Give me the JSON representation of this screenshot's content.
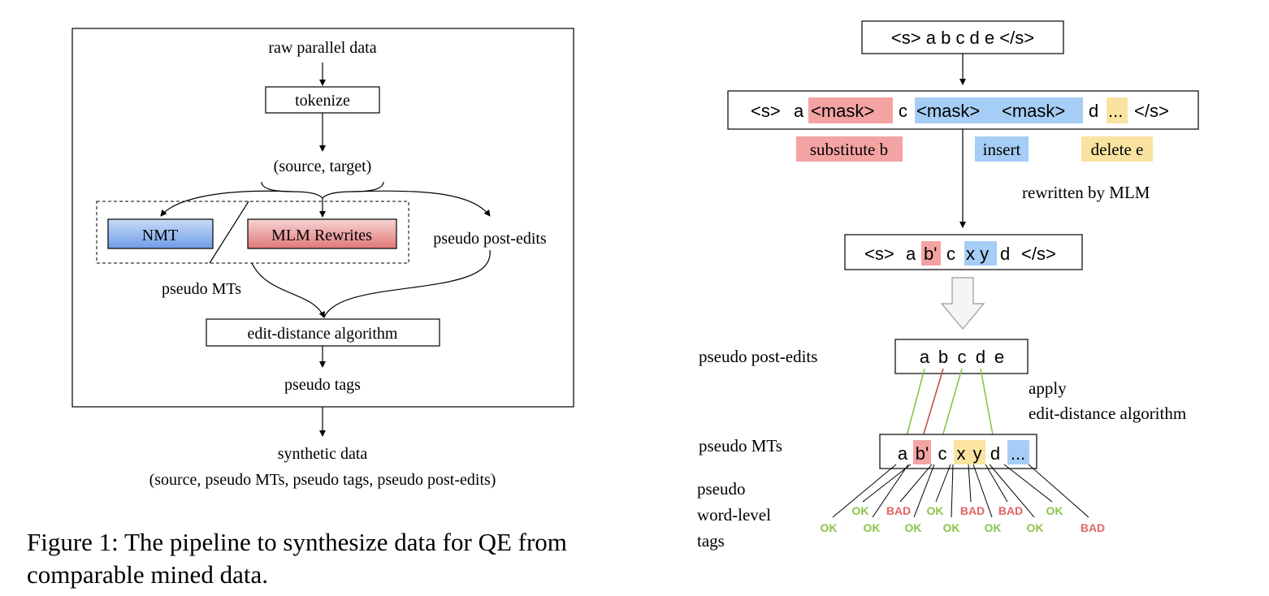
{
  "left": {
    "raw": "raw parallel data",
    "tokenize": "tokenize",
    "source_target": "(source, target)",
    "nmt": "NMT",
    "mlm_rewrites": "MLM Rewrites",
    "pseudo_post_edits": "pseudo post-edits",
    "pseudo_mts": "pseudo MTs",
    "edit_distance": "edit-distance algorithm",
    "pseudo_tags": "pseudo tags",
    "synthetic": "synthetic data",
    "synthetic_tuple": "(source, pseudo MTs, pseudo tags, pseudo post-edits)"
  },
  "caption": {
    "line1": "Figure 1: The pipeline to synthesize data for QE from",
    "line2": "comparable mined data."
  },
  "right": {
    "top": {
      "s": "<s>",
      "letters": "a b c d e",
      "es": "</s>"
    },
    "masked": {
      "s": "<s>",
      "a": "a",
      "mask1": "<mask>",
      "c": "c",
      "mask2": "<mask>",
      "mask3": "<mask>",
      "d": "d",
      "dots": "...",
      "es": "</s>"
    },
    "legend": {
      "substitute": "substitute b",
      "insert": "insert",
      "delete": "delete e"
    },
    "rewritten": "rewritten by MLM",
    "rewritten_seq": {
      "s": "<s>",
      "a": "a",
      "b": "b'",
      "c": "c",
      "xy": "x y",
      "d": "d",
      "es": "</s>"
    },
    "ppe_label": "pseudo post-edits",
    "ppe_tokens": [
      "a",
      "b",
      "c",
      "d",
      "e"
    ],
    "apply1": "apply",
    "apply2": "edit-distance algorithm",
    "pmt_label": "pseudo MTs",
    "pmt_tokens": [
      "a",
      "b'",
      "c",
      "x",
      "y",
      "d",
      "..."
    ],
    "wl_label": [
      "pseudo",
      "word-level",
      "tags"
    ],
    "tags_top": [
      "OK",
      "BAD",
      "OK",
      "BAD",
      "BAD",
      "OK"
    ],
    "tags_bottom": [
      "OK",
      "OK",
      "OK",
      "OK",
      "OK",
      "OK",
      "BAD"
    ]
  },
  "colors": {
    "red": "#f4a3a3",
    "blue": "#a5cdf5",
    "yellow": "#fae3a0",
    "ok": "#8bc34a",
    "bad": "#e06666",
    "nmt_top": "#c9dbf7",
    "nmt_bottom": "#6f9de8",
    "mlm_top": "#f7d3d3",
    "mlm_bottom": "#e07878"
  }
}
